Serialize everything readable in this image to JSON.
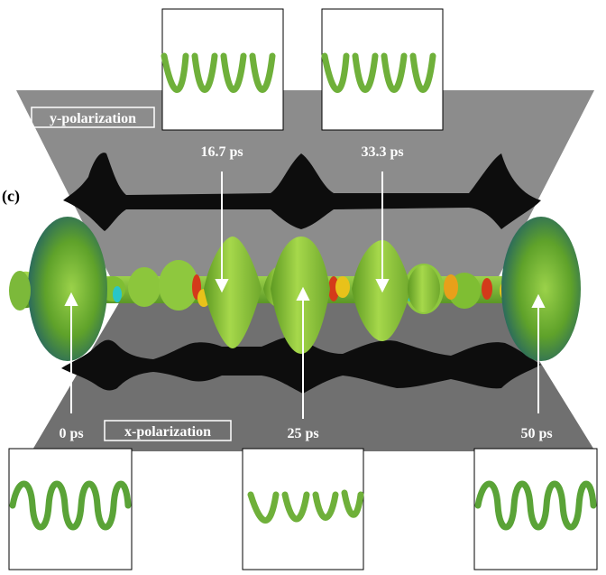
{
  "panel_label": "(c)",
  "planes": {
    "top_label": "y-polarization",
    "bottom_label": "x-polarization"
  },
  "times": {
    "t0": "0 ps",
    "t1": "16.7 ps",
    "t2": "25 ps",
    "t3": "33.3 ps",
    "t4": "50 ps"
  },
  "colors": {
    "plane": "#8c8c8c",
    "plane_lower": "#6f6f6f",
    "shadow": "#0d0d0d",
    "pulse": "#8fc93a",
    "pulse_dark": "#3f7d1e",
    "accent_red": "#d43a1a",
    "accent_yellow": "#e8c21a",
    "accent_cyan": "#29c6c8",
    "arrow": "#ffffff"
  },
  "insets": [
    {
      "id": "inset-top-left",
      "shows": "green helix"
    },
    {
      "id": "inset-top-right",
      "shows": "green helix"
    },
    {
      "id": "inset-bottom-left",
      "shows": "green helix"
    },
    {
      "id": "inset-bottom-middle",
      "shows": "green helix"
    },
    {
      "id": "inset-bottom-right",
      "shows": "green helix"
    }
  ]
}
